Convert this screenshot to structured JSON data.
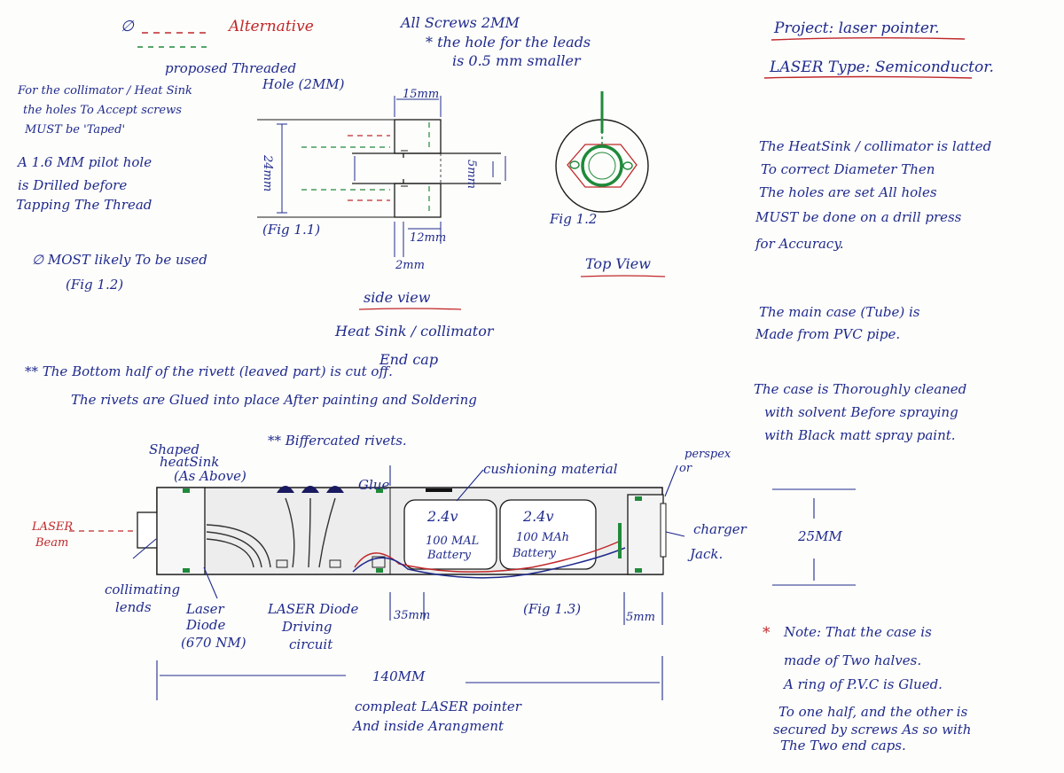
{
  "legend": {
    "red_symbol": "∅",
    "red_label": "Alternative"
  },
  "header": {
    "screws_line1": "All Screws 2MM",
    "screws_line2": "* the hole for the leads",
    "screws_line3": "is 0.5 mm smaller"
  },
  "project": {
    "title": "Project: laser pointer.",
    "laser_type": "LASER Type: Semiconductor."
  },
  "left_notes": {
    "threaded_hole1": "proposed Threaded",
    "threaded_hole2": "Hole (2MM)",
    "line1": "For the collimator / Heat Sink",
    "line2": "the holes To Accept screws",
    "line3": "MUST be 'Taped'",
    "line4": "A 1.6 MM pilot hole",
    "line5": "is Drilled before",
    "line6": "Tapping The Thread",
    "likely1": "∅ MOST likely To be used",
    "likely2": "(Fig 1.2)"
  },
  "fig11": {
    "dim_top": "15mm",
    "dim_left": "24mm",
    "dim_right": "5mm",
    "dim_bottom_right": "12mm",
    "dim_bottom_left": "2mm",
    "caption": "(Fig 1.1)"
  },
  "fig12": {
    "caption": "Fig 1.2",
    "view": "Top View"
  },
  "side_view": {
    "label": "side view",
    "heatsink": "Heat Sink / collimator",
    "end_cap": "End cap"
  },
  "rivet_notes": {
    "line1": "** The Bottom half of the rivett (leaved part) is cut off.",
    "line2": "The rivets are Glued into place After painting and Soldering"
  },
  "diagram_labels": {
    "shaped1": "Shaped",
    "shaped2": "heatSink",
    "shaped3": "(As Above)",
    "bifurcated": "** Biffercated rivets.",
    "glue": "Glue",
    "cushioning": "cushioning material",
    "perspex1": "perspex",
    "perspex2": "or",
    "laser_beam1": "LASER",
    "laser_beam2": "Beam",
    "charger1": "charger",
    "charger2": "Jack.",
    "lens1": "collimating",
    "lens2": "lends",
    "diode1": "Laser",
    "diode2": "Diode",
    "diode3": "(670 NM)",
    "driver1": "LASER Diode",
    "driver2": "Driving",
    "driver3": "circuit",
    "dim_35": "35mm",
    "fig13": "(Fig 1.3)",
    "dim_5": "5mm",
    "battery1_v": "2.4v",
    "battery1_c": "100 MAL",
    "battery1_n": "Battery",
    "battery2_v": "2.4v",
    "battery2_c": "100 MAh",
    "battery2_n": "Battery",
    "length": "140MM",
    "caption1": "compleat LASER pointer",
    "caption2": "And inside Arangment"
  },
  "right_notes": {
    "heatsink1": "The HeatSink / collimator is latted",
    "heatsink2": "To correct Diameter Then",
    "heatsink3": "The holes are set All holes",
    "heatsink4": "MUST be done on a drill press",
    "heatsink5": "for Accuracy.",
    "case1": "The main case (Tube) is",
    "case2": "Made from PVC pipe.",
    "clean1": "The case is Thoroughly cleaned",
    "clean2": "with solvent Before spraying",
    "clean3": "with Black matt spray paint.",
    "dia": "25MM",
    "note_star": "*",
    "note1": "Note: That the case is",
    "note2": "made of Two halves.",
    "note3": "A ring of P.V.C is Glued.",
    "note4": "To one half, and the other is",
    "note5": "secured by screws As so with",
    "note6": "The Two end caps."
  },
  "colors": {
    "ink": "#1f2a8c",
    "red": "#c0282a",
    "green": "#1f8a3a",
    "pencil": "#555555"
  }
}
